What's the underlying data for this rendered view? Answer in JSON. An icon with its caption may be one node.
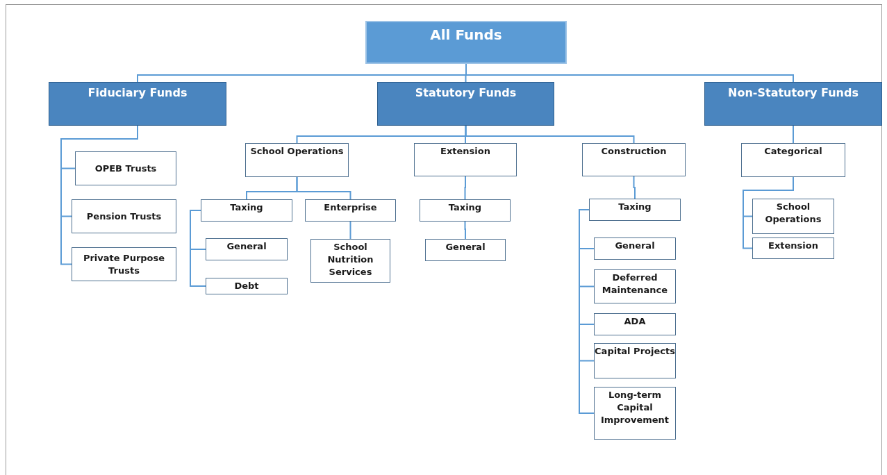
{
  "diagram": {
    "nodes": [
      {
        "text": [
          "All Funds"
        ]
      },
      {
        "text": [
          "Fiduciary Funds"
        ]
      },
      {
        "text": [
          "Statutory Funds"
        ]
      },
      {
        "text": [
          "Non-Statutory Funds"
        ]
      },
      {
        "text": [
          "OPEB Trusts"
        ]
      },
      {
        "text": [
          "Pension Trusts"
        ]
      },
      {
        "text": [
          "Private Purpose Trusts"
        ]
      },
      {
        "text": [
          "School Operations"
        ]
      },
      {
        "text": [
          "Extension"
        ]
      },
      {
        "text": [
          "Construction"
        ]
      },
      {
        "text": [
          "Taxing"
        ]
      },
      {
        "text": [
          "Enterprise"
        ]
      },
      {
        "text": [
          "General"
        ]
      },
      {
        "text": [
          "Debt"
        ]
      },
      {
        "text": [
          "School Nutrition Services"
        ]
      },
      {
        "text": [
          "Taxing"
        ]
      },
      {
        "text": [
          "General"
        ]
      },
      {
        "text": [
          "Taxing"
        ]
      },
      {
        "text": [
          "General"
        ]
      },
      {
        "text": [
          "Deferred Maintenance"
        ]
      },
      {
        "text": [
          "ADA"
        ]
      },
      {
        "text": [
          "Capital Projects"
        ]
      },
      {
        "text": [
          "Long-term Capital Improvement"
        ]
      },
      {
        "text": [
          "Categorical"
        ]
      },
      {
        "text": [
          "School Operations"
        ]
      },
      {
        "text": [
          "Extension"
        ]
      }
    ],
    "edges": [
      {
        "from": 0,
        "to": 1,
        "arrow": "none"
      },
      {
        "from": 0,
        "to": 2,
        "arrow": "none"
      },
      {
        "from": 0,
        "to": 3,
        "arrow": "none"
      },
      {
        "from": 1,
        "to": 4,
        "arrow": "none"
      },
      {
        "from": 1,
        "to": 5,
        "arrow": "none"
      },
      {
        "from": 1,
        "to": 6,
        "arrow": "none"
      },
      {
        "from": 2,
        "to": 7,
        "arrow": "none"
      },
      {
        "from": 2,
        "to": 8,
        "arrow": "none"
      },
      {
        "from": 2,
        "to": 9,
        "arrow": "none"
      },
      {
        "from": 7,
        "to": 10,
        "arrow": "none"
      },
      {
        "from": 7,
        "to": 11,
        "arrow": "none"
      },
      {
        "from": 10,
        "to": 12,
        "arrow": "none"
      },
      {
        "from": 10,
        "to": 13,
        "arrow": "none"
      },
      {
        "from": 11,
        "to": 14,
        "arrow": "none"
      },
      {
        "from": 8,
        "to": 15,
        "arrow": "none"
      },
      {
        "from": 15,
        "to": 16,
        "arrow": "none"
      },
      {
        "from": 9,
        "to": 17,
        "arrow": "none"
      },
      {
        "from": 17,
        "to": 18,
        "arrow": "none"
      },
      {
        "from": 17,
        "to": 19,
        "arrow": "none"
      },
      {
        "from": 17,
        "to": 20,
        "arrow": "none"
      },
      {
        "from": 17,
        "to": 21,
        "arrow": "none"
      },
      {
        "from": 17,
        "to": 22,
        "arrow": "none"
      },
      {
        "from": 3,
        "to": 23,
        "arrow": "none"
      },
      {
        "from": 23,
        "to": 24,
        "arrow": "none"
      },
      {
        "from": 23,
        "to": 25,
        "arrow": "none"
      }
    ]
  }
}
